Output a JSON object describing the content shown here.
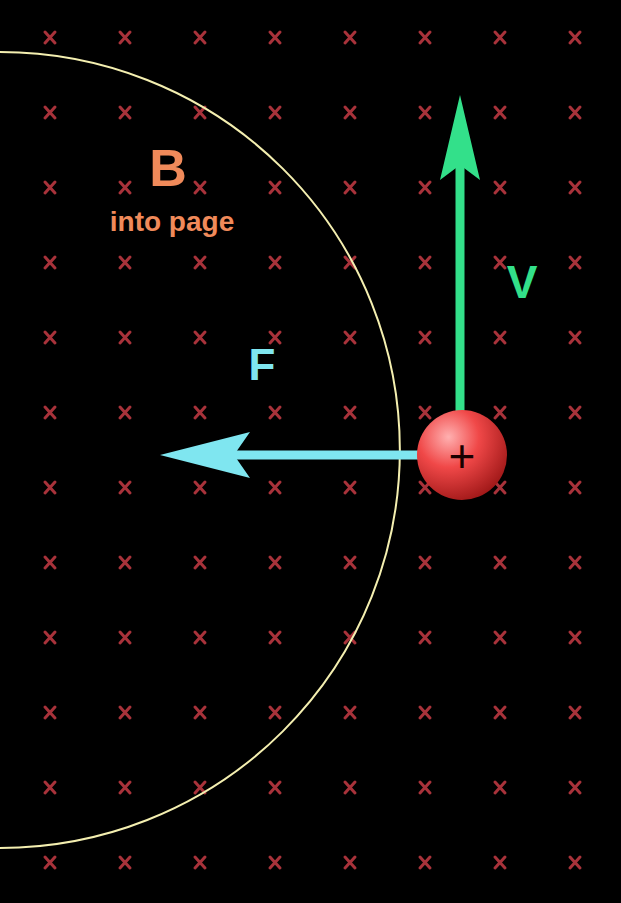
{
  "diagram": {
    "labels": [
      "B",
      "into page",
      "F",
      "V",
      "+"
    ]
  }
}
